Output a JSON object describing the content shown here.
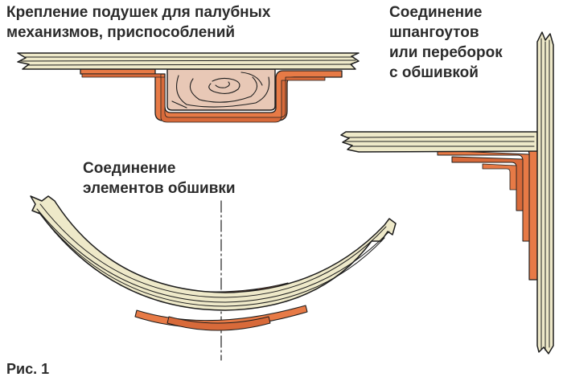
{
  "labels": {
    "deck_fastening": "Крепление подушек для палубных\nмеханизмов, приспособлений",
    "frame_joint": "Соединение\nшпангоутов\nили переборок\nс обшивкой",
    "shell_joint": "Соединение\nэлементов обшивки",
    "figure_caption": "Рис. 1"
  },
  "colors": {
    "wood_plank": "#eee9c9",
    "fiberglass": "#e77a46",
    "block_core": "#e8c8b6",
    "stroke": "#1e1e1e"
  }
}
